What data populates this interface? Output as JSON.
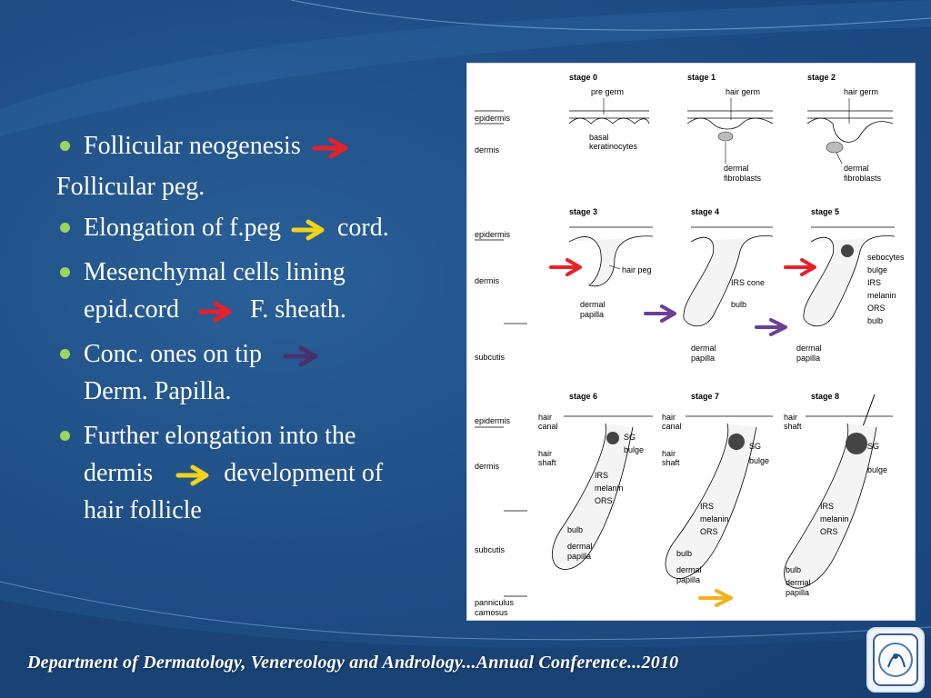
{
  "slide": {
    "bullets": [
      {
        "id": "b1",
        "text": "Follicular neogenesis",
        "arrow": "red"
      },
      {
        "id": "plain",
        "text": "Follicular  peg."
      },
      {
        "id": "b2",
        "prefix": "Elongation of f.peg",
        "suffix": "cord.",
        "arrow": "yellow"
      },
      {
        "id": "b3",
        "line1": "Mesenchymal cells lining",
        "line2a": "epid.cord",
        "line2b": "F. sheath.",
        "arrow": "red"
      },
      {
        "id": "b4",
        "line1": "Conc. ones on tip",
        "line2": "Derm. Papilla.",
        "arrow": "purple"
      },
      {
        "id": "b5",
        "line1": "Further elongation into the",
        "line2a": "dermis",
        "line2b": "development of",
        "line3": "hair follicle",
        "arrow": "yellow"
      }
    ],
    "footer": "Department of Dermatology, Venereology and Andrology...Annual Conference...2010",
    "logo_icon": "university-seal-icon"
  },
  "figure": {
    "row1": {
      "labels_left": [
        "epidermis",
        "dermis"
      ],
      "stages": [
        "stage 0",
        "stage 1",
        "stage 2"
      ],
      "callouts": {
        "s0": [
          "pre germ",
          "basal",
          "keratinocytes"
        ],
        "s1": [
          "hair germ",
          "dermal",
          "fibroblasts"
        ],
        "s2": [
          "hair germ",
          "dermal",
          "fibroblasts"
        ]
      }
    },
    "row2": {
      "labels_left": [
        "epidermis",
        "dermis",
        "subcutis"
      ],
      "stages": [
        "stage 3",
        "stage 4",
        "stage 5"
      ],
      "callouts": {
        "s3": [
          "hair peg",
          "dermal",
          "papilla"
        ],
        "s4": [
          "IRS cone",
          "bulb",
          "dermal",
          "papilla"
        ],
        "s5": [
          "sebocytes",
          "bulge",
          "IRS",
          "melanin",
          "ORS",
          "bulb",
          "dermal",
          "papilla"
        ]
      }
    },
    "row3": {
      "labels_left": [
        "epidermis",
        "dermis",
        "subcutis",
        "panniculus",
        "carnosus"
      ],
      "stages": [
        "stage 6",
        "stage 7",
        "stage 8"
      ],
      "callouts": {
        "s6": [
          "hair",
          "canal",
          "hair",
          "shaft",
          "SG",
          "bulge",
          "IRS",
          "melanin",
          "ORS",
          "bulb",
          "dermal",
          "papilla"
        ],
        "s7": [
          "hair",
          "canal",
          "hair",
          "shaft",
          "SG",
          "bulge",
          "IRS",
          "melanin",
          "ORS",
          "bulb",
          "dermal",
          "papilla"
        ],
        "s8": [
          "hair",
          "shaft",
          "SG",
          "bulge",
          "IRS",
          "melanin",
          "ORS",
          "bulb",
          "dermal",
          "papilla"
        ]
      }
    }
  },
  "colors": {
    "red": "#e8202a",
    "yellow": "#f3d21a",
    "purple": "#6b3f96",
    "purple_dark": "#4a2f6d",
    "orange": "#f4b01f",
    "bullet": "#9ad65a"
  }
}
